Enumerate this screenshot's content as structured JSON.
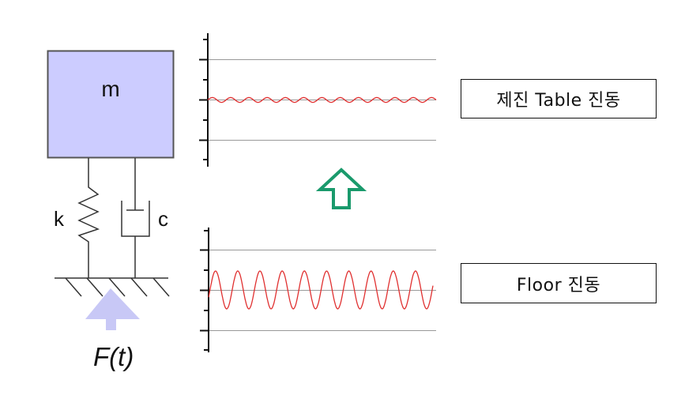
{
  "model": {
    "mass_label": "m",
    "spring_label": "k",
    "damper_label": "c",
    "force_label": "F(t)",
    "mass_fill": "#ccccff",
    "force_arrow_color": "#c8c8f6"
  },
  "labels": {
    "table_vibration": "제진 Table 진동",
    "floor_vibration": "Floor 진동"
  },
  "arrow": {
    "color": "#1a9a6c",
    "direction": "up"
  },
  "chart_data": [
    {
      "type": "line",
      "title": "제진 Table 진동",
      "description": "Table vibration response: small-amplitude sinusoid (isolated)",
      "xlabel": "",
      "ylabel": "",
      "grid": true,
      "gridlines_y": [
        1,
        0,
        -1
      ],
      "ylim": [
        -1.5,
        1.5
      ],
      "series": [
        {
          "name": "table",
          "color": "#e03030",
          "amplitude": 0.06,
          "cycles": 12.5,
          "phase": 0
        }
      ]
    },
    {
      "type": "line",
      "title": "Floor 진동",
      "description": "Floor vibration input: large-amplitude sinusoid",
      "xlabel": "",
      "ylabel": "",
      "grid": true,
      "gridlines_y": [
        1,
        0,
        -1
      ],
      "ylim": [
        -1.5,
        1.5
      ],
      "series": [
        {
          "name": "floor",
          "color": "#e03030",
          "amplitude": 0.47,
          "cycles": 10.1,
          "phase": -0.4
        }
      ]
    }
  ]
}
